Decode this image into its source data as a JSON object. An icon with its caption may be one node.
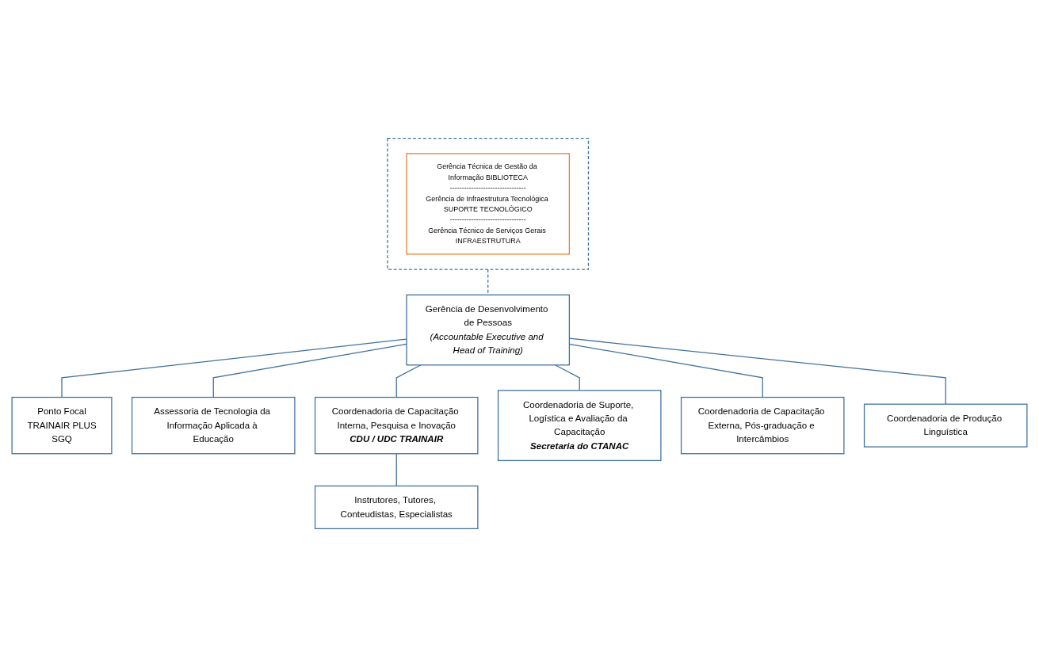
{
  "diagram": {
    "nodes": [
      {
        "text": [
          "Gerência de Desenvolvimento de Pessoas",
          "(Accountable Executive and Head of Training)"
        ]
      },
      {
        "text": [],
        "shape": "box"
      },
      {
        "text": [
          "Gerência Técnica de Gestão da Informação BIBLIOTECA",
          "--------------------------------",
          "Gerência de Infraestrutura Tecnológica SUPORTE TECNOLÓGICO",
          "--------------------------------",
          "Gerência Técnico de Serviços Gerais INFRAESTRUTURA"
        ],
        "in": 1
      },
      {
        "text": [
          "Ponto Focal",
          "TRAINAIR PLUS",
          "SGQ"
        ]
      },
      {
        "text": [
          "Assessoria de Tecnologia da Informação Aplicada à Educação"
        ]
      },
      {
        "text": [
          "Coordenadoria de Capacitação Interna, Pesquisa e Inovação",
          "CDU / UDC TRAINAIR"
        ]
      },
      {
        "text": [
          "Coordenadoria de Suporte, Logística e Avaliação da Capacitação",
          "Secretaria do CTANAC"
        ]
      },
      {
        "text": [
          "Coordenadoria de Capacitação Externa, Pós-graduação e Intercâmbios"
        ]
      },
      {
        "text": [
          "Coordenadoria de Produção Linguística"
        ]
      },
      {
        "text": [
          "Instrutores, Tutores, Conteudistas, Especialistas"
        ]
      }
    ],
    "edges": [
      {
        "from": 1,
        "to": 0,
        "arrow": "none",
        "style": "dashed"
      },
      {
        "from": 0,
        "to": 3,
        "arrow": "none"
      },
      {
        "from": 0,
        "to": 4,
        "arrow": "none"
      },
      {
        "from": 0,
        "to": 5,
        "arrow": "none"
      },
      {
        "from": 0,
        "to": 6,
        "arrow": "none"
      },
      {
        "from": 0,
        "to": 7,
        "arrow": "none"
      },
      {
        "from": 0,
        "to": 8,
        "arrow": "none"
      },
      {
        "from": 5,
        "to": 9,
        "arrow": "none"
      }
    ]
  }
}
